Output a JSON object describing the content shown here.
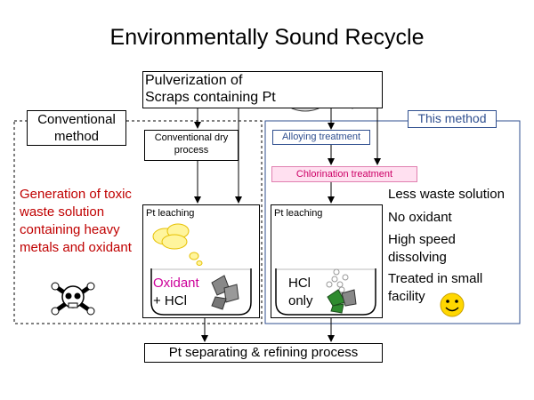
{
  "title": "Environmentally Sound Recycle",
  "pulverization": {
    "line1": "Pulverization of",
    "line2": "Scraps containing Pt"
  },
  "conventional": {
    "label_line1": "Conventional",
    "label_line2": "method",
    "dry_process_line1": "Conventional dry",
    "dry_process_line2": "process",
    "issue_lines": [
      "Generation of toxic",
      "waste solution",
      "containing heavy",
      "metals and oxidant"
    ],
    "leaching": "Pt leaching",
    "reagent_line1": "Oxidant",
    "reagent_line2": "+ HCl"
  },
  "this_method": {
    "label": "This method",
    "alloying": "Alloying treatment",
    "chlorination": "Chlorination treatment",
    "leaching": "Pt leaching",
    "reagent_line1": "HCl",
    "reagent_line2": "only",
    "benefits": [
      "Less waste solution",
      "No oxidant",
      "High speed",
      "dissolving",
      "Treated in small",
      "facility"
    ]
  },
  "final_process": "Pt separating & refining process",
  "colors": {
    "warning_red": "#c00000",
    "oxidant_pink": "#cc0099",
    "method_blue": "#2f4f8f",
    "chlorination_fill": "#ffe0f0",
    "chlorination_border": "#e080b0",
    "smiley_fill": "#ffd700",
    "fragment_green": "#2e8b2e"
  },
  "icons": [
    "skull-crossbones-icon",
    "smiley-icon",
    "scrap-cylinder-icon",
    "scrap-fragments-icon",
    "toxic-gas-cloud-icon",
    "bubbles-icon"
  ]
}
